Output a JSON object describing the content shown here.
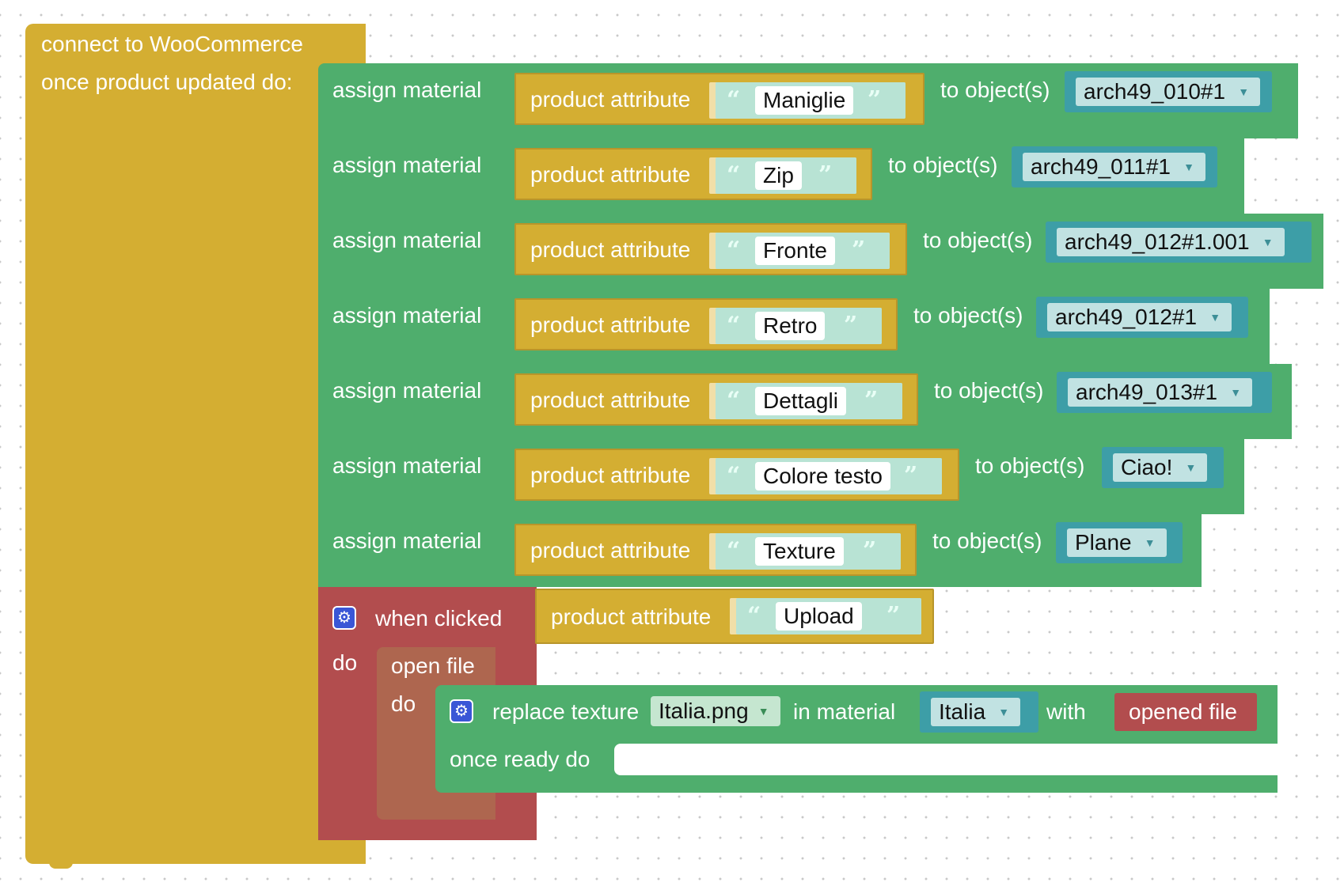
{
  "root_block": {
    "line1": "connect to WooCommerce",
    "line2": "once product updated do:"
  },
  "assign_rows": [
    {
      "label": "assign material",
      "attr_label": "product attribute",
      "attr_value": "Maniglie",
      "to_label": "to object(s)",
      "object": "arch49_010#1"
    },
    {
      "label": "assign material",
      "attr_label": "product attribute",
      "attr_value": "Zip",
      "to_label": "to object(s)",
      "object": "arch49_011#1"
    },
    {
      "label": "assign material",
      "attr_label": "product attribute",
      "attr_value": "Fronte",
      "to_label": "to object(s)",
      "object": "arch49_012#1.001"
    },
    {
      "label": "assign material",
      "attr_label": "product attribute",
      "attr_value": "Retro",
      "to_label": "to object(s)",
      "object": "arch49_012#1"
    },
    {
      "label": "assign material",
      "attr_label": "product attribute",
      "attr_value": "Dettagli",
      "to_label": "to object(s)",
      "object": "arch49_013#1"
    },
    {
      "label": "assign material",
      "attr_label": "product attribute",
      "attr_value": "Colore testo",
      "to_label": "to object(s)",
      "object": "Ciao!"
    },
    {
      "label": "assign material",
      "attr_label": "product attribute",
      "attr_value": "Texture",
      "to_label": "to object(s)",
      "object": "Plane"
    }
  ],
  "when_clicked": {
    "label": "when clicked",
    "attr_label": "product attribute",
    "attr_value": "Upload",
    "do_label": "do"
  },
  "open_file": {
    "label": "open file",
    "do_label": "do"
  },
  "replace_texture": {
    "label": "replace texture",
    "texture": "Italia.png",
    "in_material_label": "in material",
    "material": "Italia",
    "with_label": "with",
    "opened_file": "opened file",
    "once_ready_label": "once ready do"
  },
  "colors": {
    "event_yellow": "#d4ae32",
    "material_green": "#4fae6d",
    "event_red": "#b24d4e",
    "file_brown": "#ae664f",
    "object_teal": "#3d9ea7",
    "gear_blue": "#3a56d6"
  },
  "icons": {
    "gear": "gear-icon",
    "quote_open": "“",
    "quote_close": "”",
    "dropdown": "▾"
  }
}
